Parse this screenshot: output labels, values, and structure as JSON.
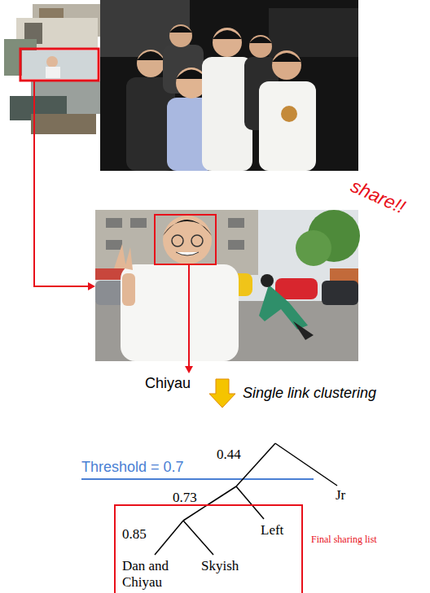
{
  "diagram": {
    "nodes": [
      {
        "text": [
          "0.85",
          "Left",
          "Dan and Chiyau",
          "Skyish",
          "Final sharing list"
        ]
      }
    ],
    "labels": [
      "share!!",
      "Chiyau",
      "Single link clustering",
      "Threshold = 0.7",
      "0.44",
      "0.73",
      "Jr"
    ]
  }
}
